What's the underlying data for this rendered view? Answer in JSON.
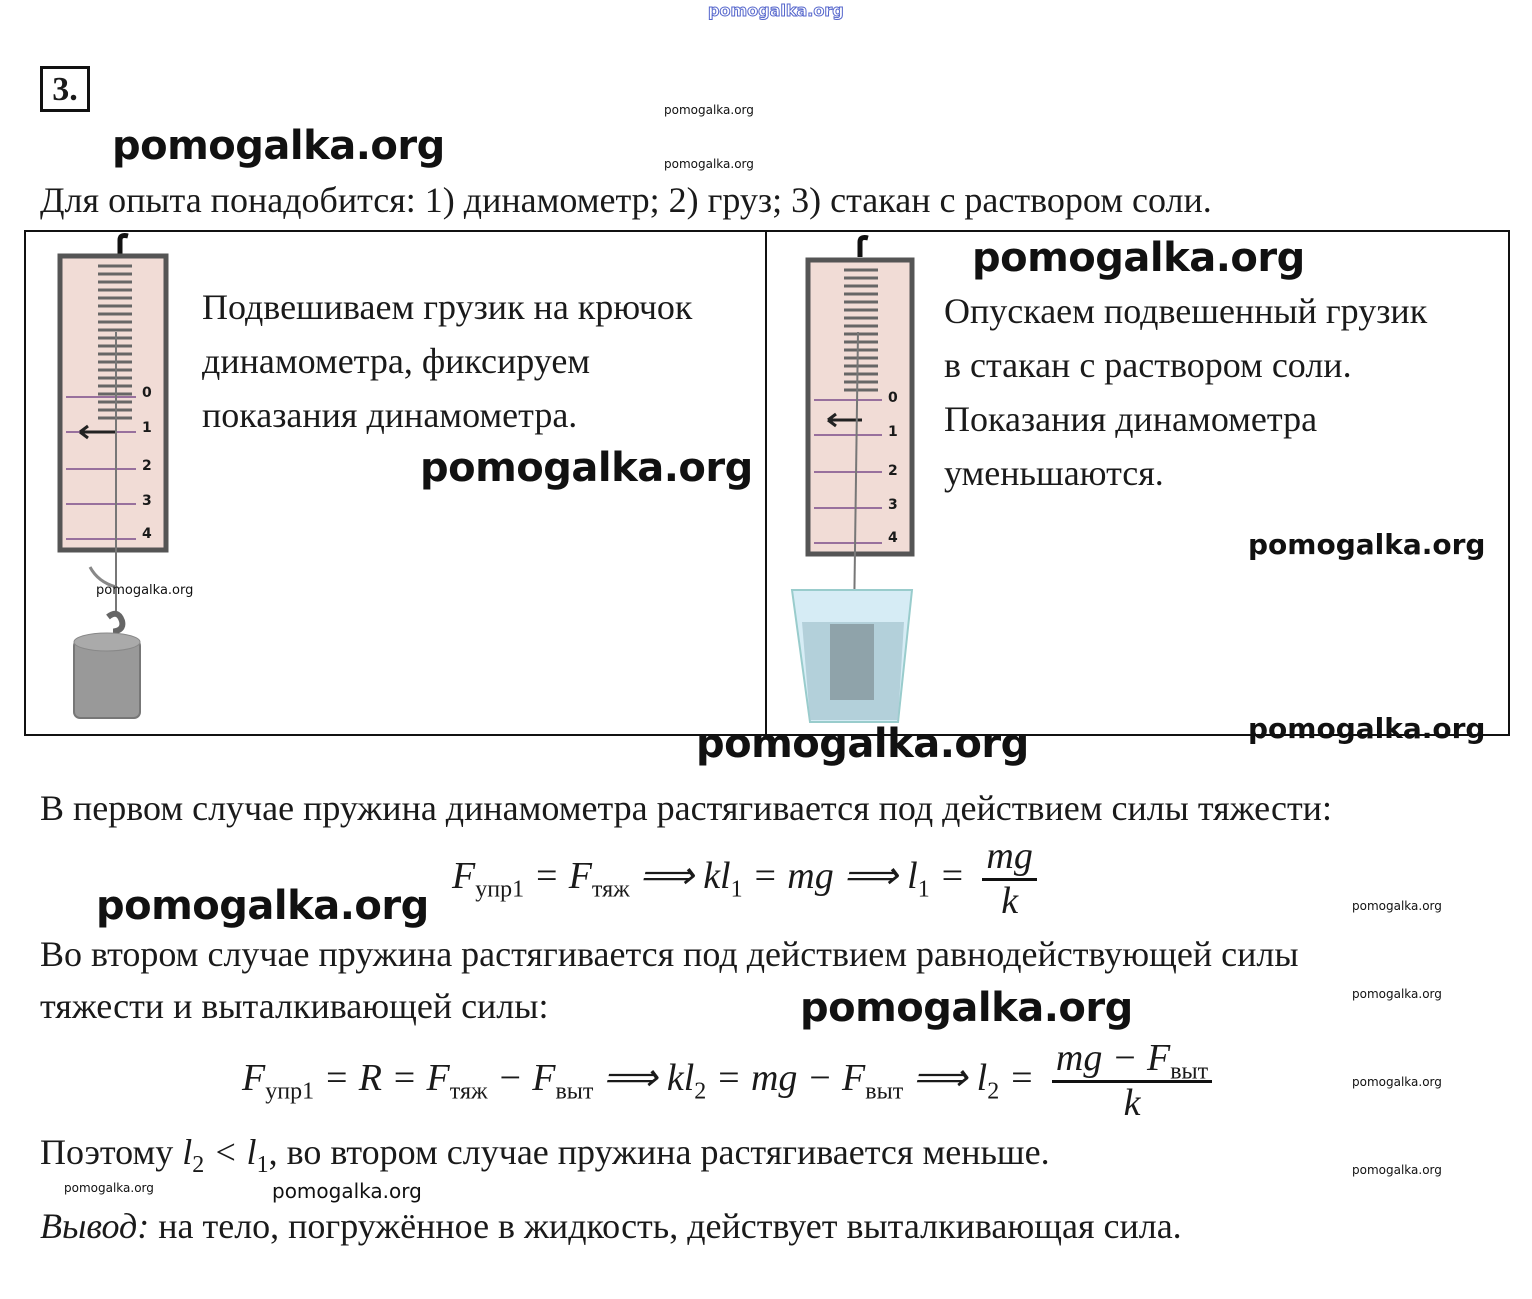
{
  "watermark": "pomogalka.org",
  "task_number": "3.",
  "intro": "Для опыта понадобится: 1) динамометр; 2) груз; 3) стакан с раствором соли.",
  "panel_left": {
    "lines": [
      "Подвешиваем грузик на крючок",
      "динамометра, фиксируем",
      "показания динамометра."
    ],
    "scale": [
      "0",
      "1",
      "2",
      "3",
      "4"
    ],
    "reading": 1
  },
  "panel_right": {
    "lines": [
      "Опускаем подвешенный грузик",
      "в стакан с раствором соли.",
      "Показания динамометра",
      "уменьшаются."
    ],
    "scale": [
      "0",
      "1",
      "2",
      "3",
      "4"
    ],
    "reading": 0.6
  },
  "body": {
    "p1": "В первом случае пружина динамометра растягивается под действием силы тяжести:",
    "f1": {
      "lhs": "F",
      "lhs_sub": "упр1",
      "eq1": " = F",
      "eq1_sub": "тяж",
      "rest": " ⟹ kl",
      "l_sub": "1",
      "rest2": " = mg ⟹ l",
      "l_sub2": "1",
      "eq": " = ",
      "num": "mg",
      "den": "k"
    },
    "p2a": "Во втором случае пружина растягивается под действием равнодействующей силы",
    "p2b": "тяжести и выталкивающей силы:",
    "f2": {
      "a": "F",
      "a_sub": "упр1",
      "b": " = R = F",
      "b_sub": "тяж",
      "c": " − F",
      "c_sub": "выт",
      "d": " ⟹ kl",
      "d_sub": "2",
      "e": " = mg − F",
      "e_sub": "выт",
      "f": " ⟹ l",
      "f_sub": "2",
      "g": " = ",
      "num": "mg − F",
      "num_sub": "выт",
      "den": "k"
    },
    "p3_pre": "Поэтому ",
    "p3_math": "l",
    "p3_sub1": "2",
    "p3_lt": " < l",
    "p3_sub2": "1",
    "p3_post": ", во втором случае пружина растягивается меньше.",
    "conclusion_label": "Вывод:",
    "conclusion": " на тело, погружённое в жидкость, действует выталкивающая сила."
  }
}
